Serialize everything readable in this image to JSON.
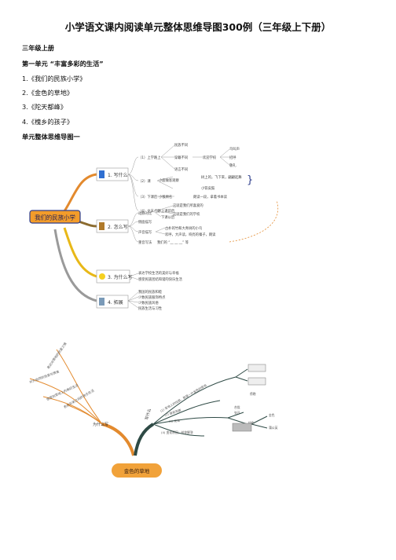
{
  "page_title": "小学语文课内阅读单元整体思维导图300例（三年级上下册）",
  "lines": [
    "三年级上册",
    "第一单元 “丰富多彩的生活”",
    "1.《我们的民族小学》",
    "2.《金色的草地》",
    "3.《陀天都峰》",
    "4.《槐乡的孩子》",
    "单元整体思维导图一"
  ],
  "map1": {
    "center": "我们的民族小学",
    "branches": [
      {
        "label": "1. 写什么",
        "subs": [
          "（1）上学路上",
          "（2）课",
          "（3）下课后",
          "（4）文末点题"
        ],
        "leaves": [
          "民族不同",
          "穿戴不同",
          "欢迎学校",
          "语言不同",
          "鸟叫声",
          "招呼",
          "敬礼",
          "小鹿做客观察",
          "树上的，飞下来，翩翩起舞",
          "小铁皮鼓",
          "小猴顾名",
          "朗读一段，拿着书本读",
          "这就是我们所喜爱的",
          "这就是我们的学校"
        ]
      },
      {
        "label": "2. 怎么写",
        "subs": [
          "动静对比",
          "侧面描写",
          "声音描写",
          "重音写法"
        ],
        "leaves": [
          "上课前后",
          "下课以后",
          "古朴的竹和大青树的小鸟",
          "欢呼，大声读，响亮的嗓子，朗读",
          "我们的 “__ __ __” 等"
        ]
      },
      {
        "label": "3. 为什么写",
        "leaves": [
          "表达学校生活的美好与幸福",
          "感受民族团结和谐的快乐生活"
        ]
      },
      {
        "label": "4. 拓展",
        "leaves": [
          "我国的民族和睦",
          "少数民族服饰特点",
          "少数民族风俗",
          "民族生活与习性"
        ]
      }
    ]
  },
  "map2": {
    "center": "金色的草地",
    "branches": [
      "为什么写",
      "写什么"
    ],
    "left_leaves": [
      "表达对草地的热爱之情",
      "对大自然的热爱与赞美",
      "感受到草地上的美好生活",
      "表达兄弟之间的快乐生活"
    ],
    "right_subs": [
      "(1) 草地上的玩耍，那是一片金色的草地",
      "(2) 窗前观察",
      "(3) 发现",
      "(4) 变化原因，给你解答"
    ],
    "right_leaves": [
      "早上",
      "中午",
      "傍晚",
      "合拢",
      "张开",
      "绿色",
      "金色",
      "蒲公英"
    ]
  },
  "colors": {
    "branch1": "#e38a2e",
    "branch2": "#8b6b2f",
    "branch3": "#e8b818",
    "branch4": "#9a9a9a",
    "center1_border": "#2e3e8c",
    "center1_fill": "#f39c2a",
    "center2_fill": "#f1a23a",
    "trunk2": "#2e4a45"
  }
}
